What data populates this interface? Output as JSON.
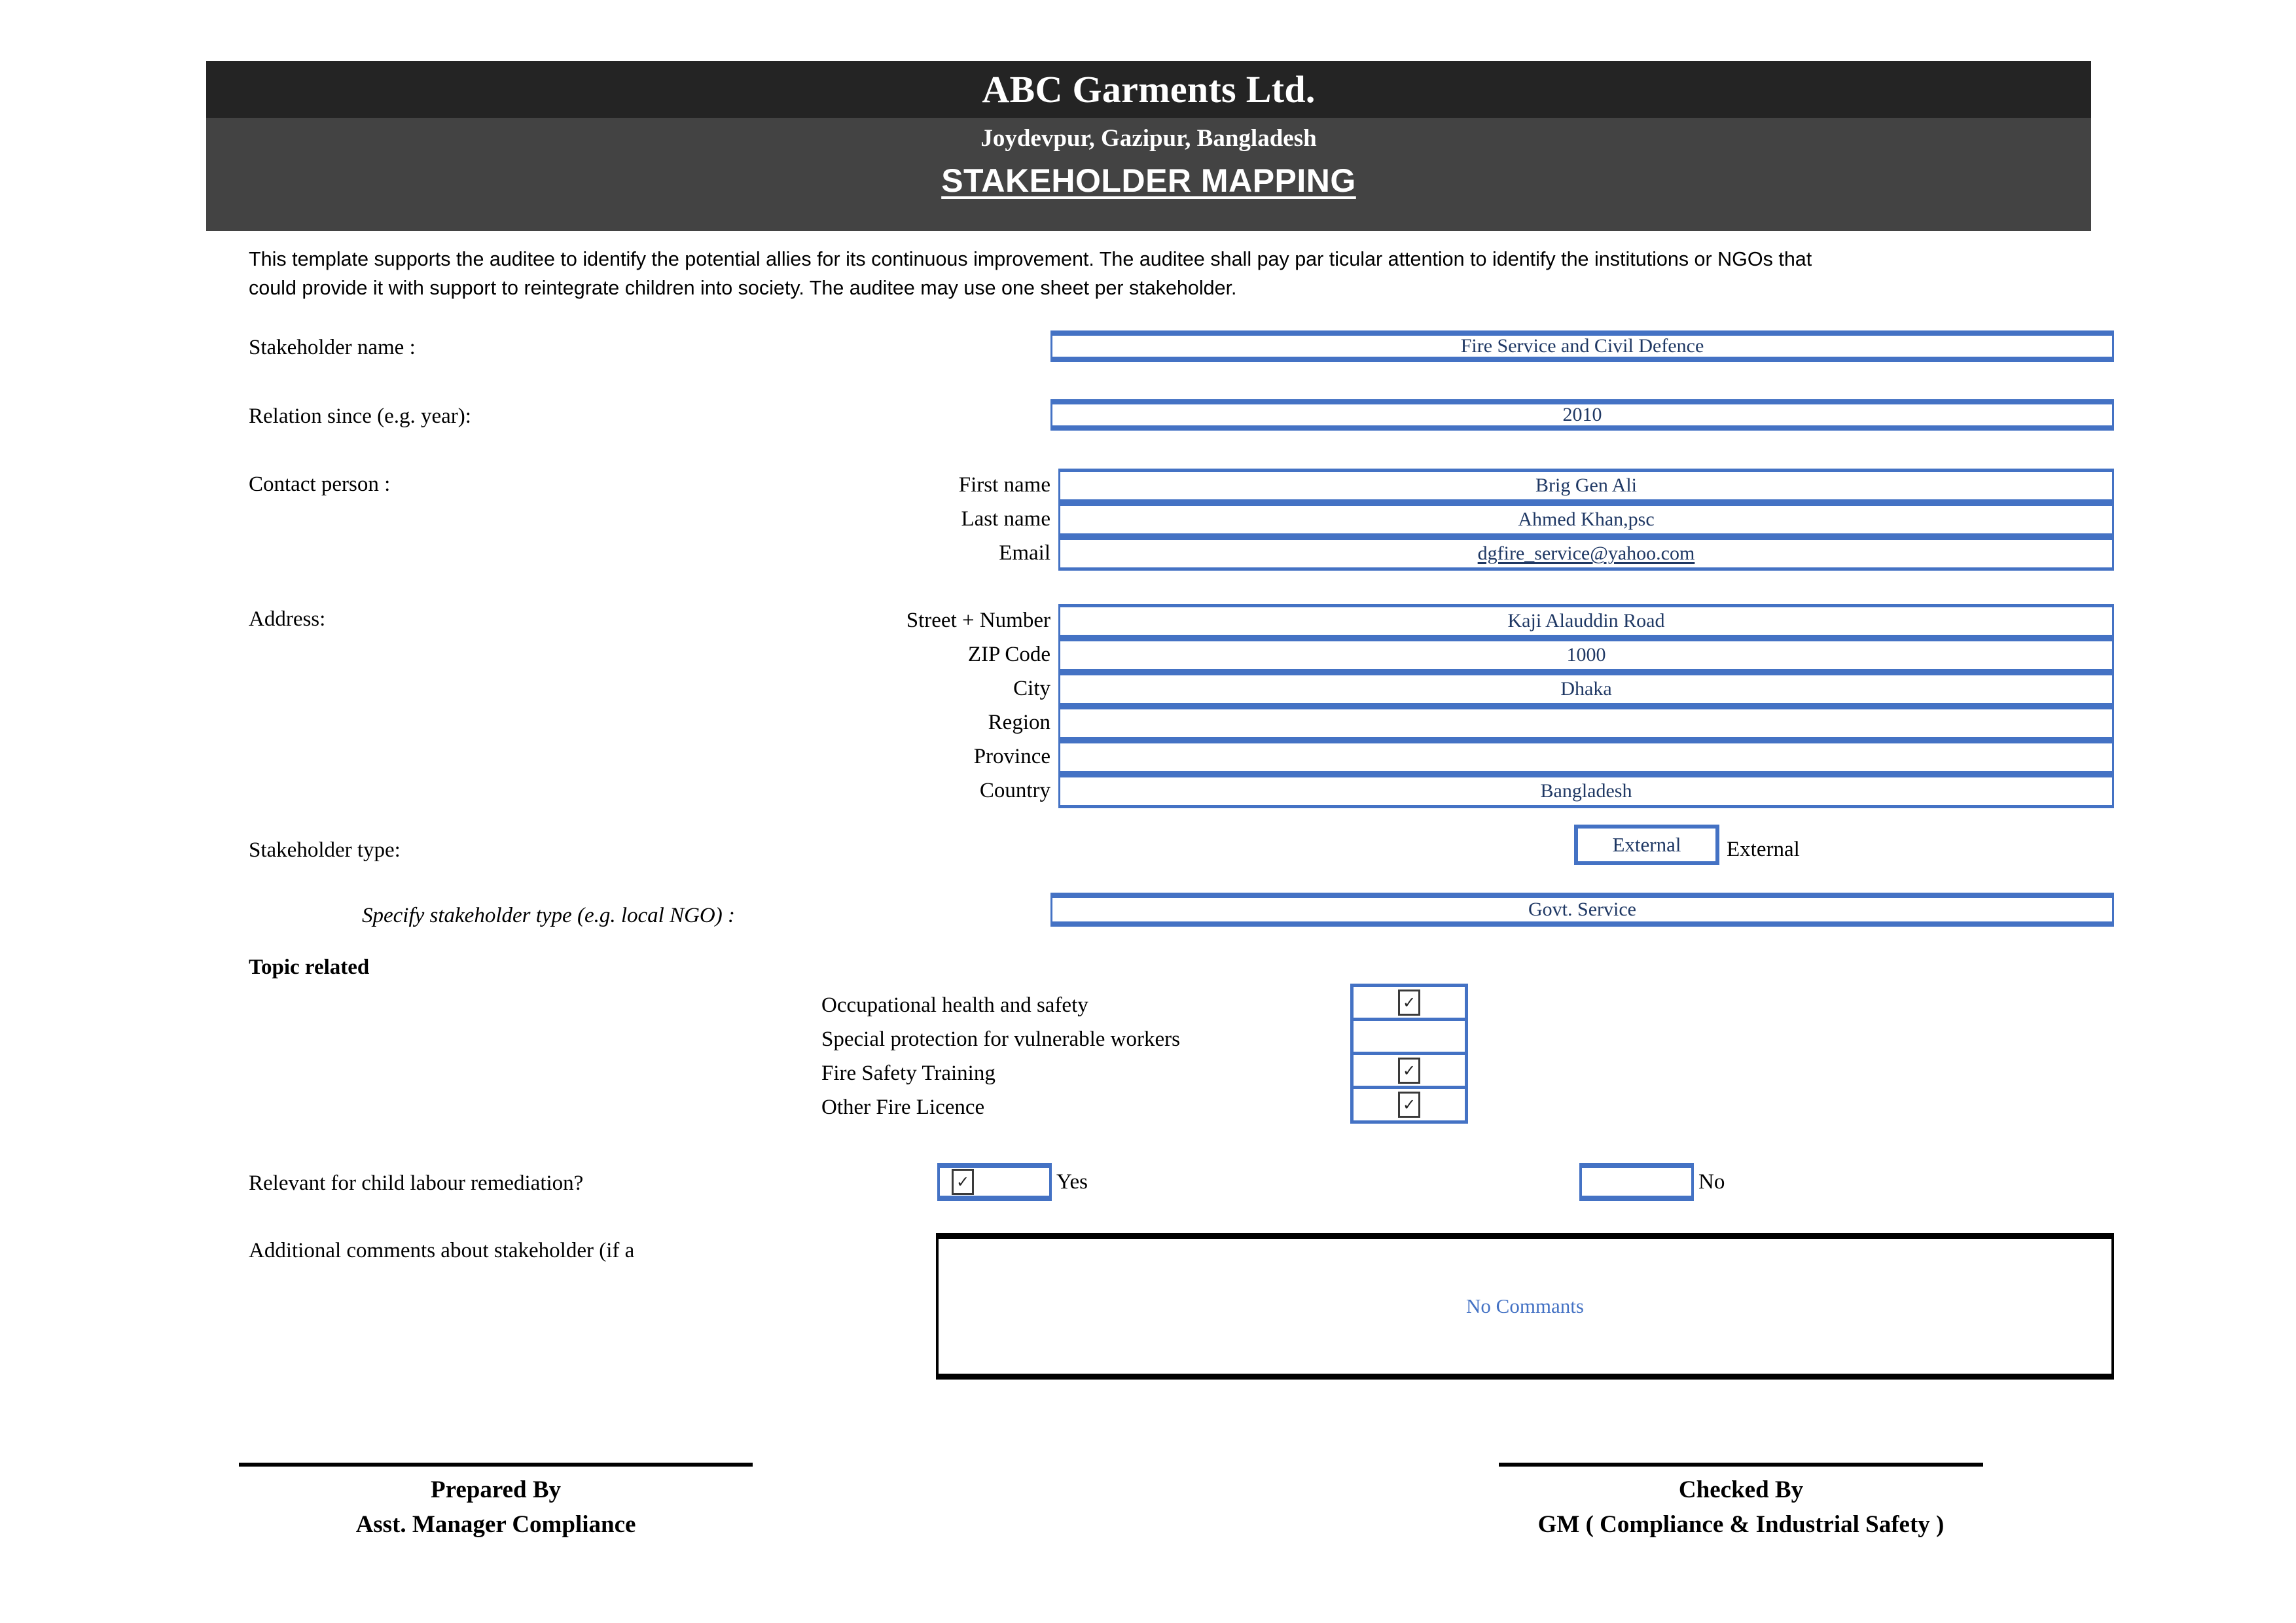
{
  "header": {
    "company": "ABC Garments Ltd.",
    "address": "Joydevpur, Gazipur, Bangladesh",
    "doc_title": "STAKEHOLDER MAPPING",
    "top_bar_color": "#242424",
    "bottom_bar_color": "#434343"
  },
  "intro": "This template supports the auditee to identify the potential allies for its continuous improvement. The auditee shall pay par ticular attention to identify the institutions or NGOs that could provide it with support to reintegrate children into society. The auditee may use one sheet per stakeholder.",
  "fields": {
    "stakeholder_name_label": "Stakeholder name :",
    "stakeholder_name_value": "Fire Service and Civil Defence",
    "relation_since_label": "Relation since (e.g. year):",
    "relation_since_value": "2010",
    "contact_person_label": "Contact person :",
    "first_name_label": "First name",
    "first_name_value": "Brig Gen Ali",
    "last_name_label": "Last name",
    "last_name_value": "Ahmed Khan,psc",
    "email_label": "Email",
    "email_value": "dgfire_service@yahoo.com",
    "address_label": "Address:",
    "street_label": "Street + Number",
    "street_value": "Kaji Alauddin Road",
    "zip_label": "ZIP Code",
    "zip_value": "1000",
    "city_label": "City",
    "city_value": "Dhaka",
    "region_label": "Region",
    "region_value": "",
    "province_label": "Province",
    "province_value": "",
    "country_label": "Country",
    "country_value": "Bangladesh",
    "stakeholder_type_label": "Stakeholder type:",
    "stakeholder_type_value": "External",
    "stakeholder_type_suffix": "External",
    "specify_type_label": "Specify stakeholder type (e.g. local NGO)  :",
    "specify_type_value": "Govt. Service"
  },
  "topic": {
    "heading": "Topic related",
    "items": [
      {
        "label": "Occupational health and safety",
        "checked": true
      },
      {
        "label": "Special protection for vulnerable workers",
        "checked": false
      },
      {
        "label": "Fire Safety Training",
        "checked": true
      },
      {
        "label": "Other Fire Licence",
        "checked": true
      }
    ]
  },
  "remediation": {
    "question": "Relevant for child labour remediation?",
    "yes_label": "Yes",
    "yes_checked": true,
    "no_label": "No",
    "no_checked": false
  },
  "comments": {
    "label": "Additional comments about stakeholder (if a",
    "value": "No Commants",
    "text_color": "#4472C4"
  },
  "footer": {
    "prepared_by_title": "Prepared By",
    "prepared_by_role": "Asst. Manager Compliance",
    "checked_by_title": "Checked By",
    "checked_by_role": "GM ( Compliance & Industrial Safety )"
  },
  "colors": {
    "field_border": "#4472C4",
    "field_text": "#1F3864",
    "checkbox_glyph": "✓"
  }
}
